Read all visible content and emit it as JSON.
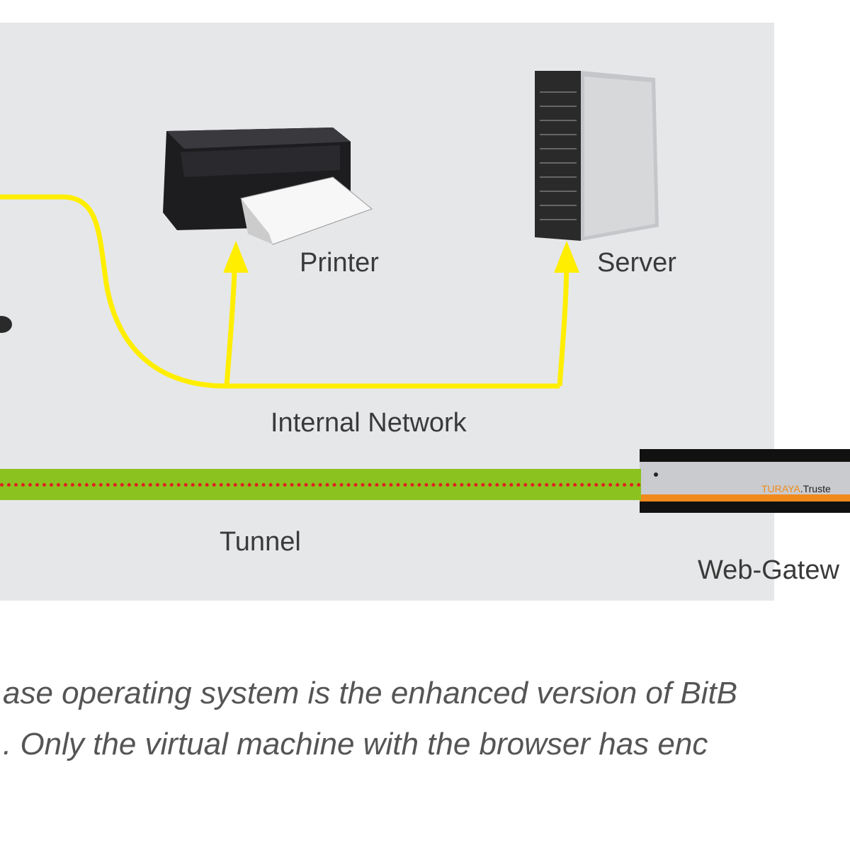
{
  "diagram": {
    "nodes": {
      "printer": "Printer",
      "server": "Server",
      "gateway": "Web-Gatew",
      "gateway_brand": "TURAYA",
      "gateway_model": ".Truste"
    },
    "edges": {
      "internal_network": "Internal Network",
      "tunnel": "Tunnel"
    },
    "colors": {
      "panel": "#e6e7e9",
      "network_line": "#ffee00",
      "tunnel": "#8cc21f",
      "tunnel_dots": "#e02020",
      "brand": "#f08a1c"
    }
  },
  "caption": {
    "line1": "ase operating system is the enhanced version of BitB",
    "line2": ". Only the virtual machine with the browser has enc"
  }
}
